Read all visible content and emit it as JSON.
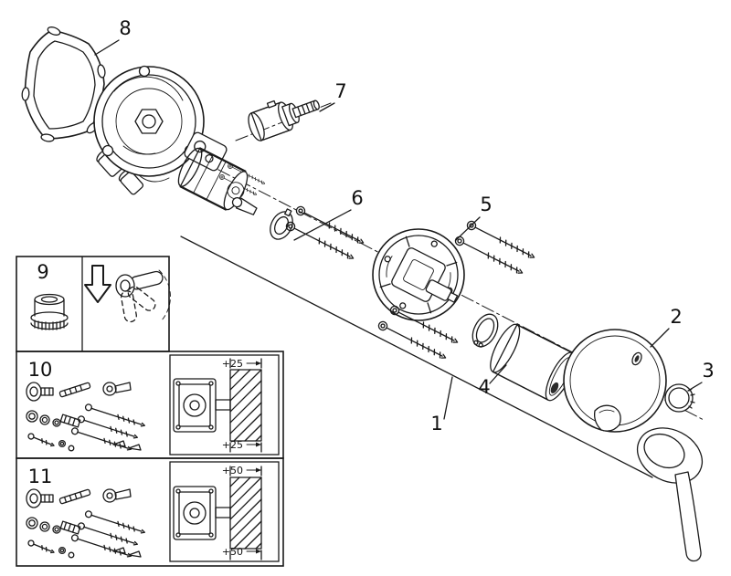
{
  "diagram": {
    "labels": {
      "p1": "1",
      "p2": "2",
      "p3": "3",
      "p4": "4",
      "p5": "5",
      "p6": "6",
      "p7": "7",
      "p8": "8",
      "p9": "9",
      "p10": "10",
      "p11": "11"
    },
    "dims": {
      "d10_top": "+25",
      "d10_bottom": "+25",
      "d11_top": "+50",
      "d11_bottom": "+50"
    },
    "colors": {
      "ink": "#1a1a1a",
      "background": "#ffffff"
    }
  }
}
